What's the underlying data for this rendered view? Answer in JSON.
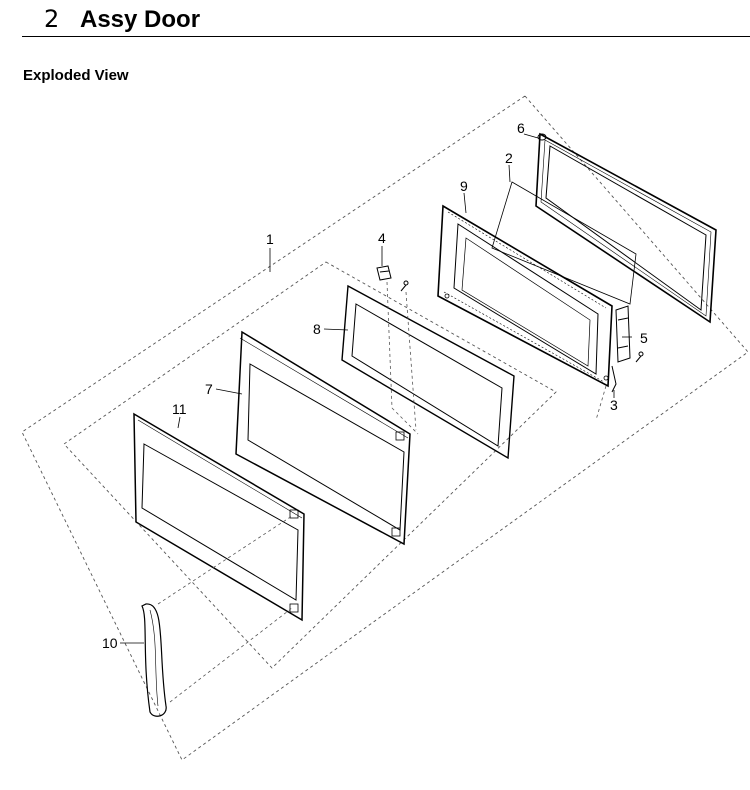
{
  "header": {
    "section_number": "2",
    "title": "Assy Door"
  },
  "subtitle": "Exploded View",
  "callouts": [
    "1",
    "2",
    "3",
    "4",
    "5",
    "6",
    "7",
    "8",
    "9",
    "10",
    "11"
  ]
}
